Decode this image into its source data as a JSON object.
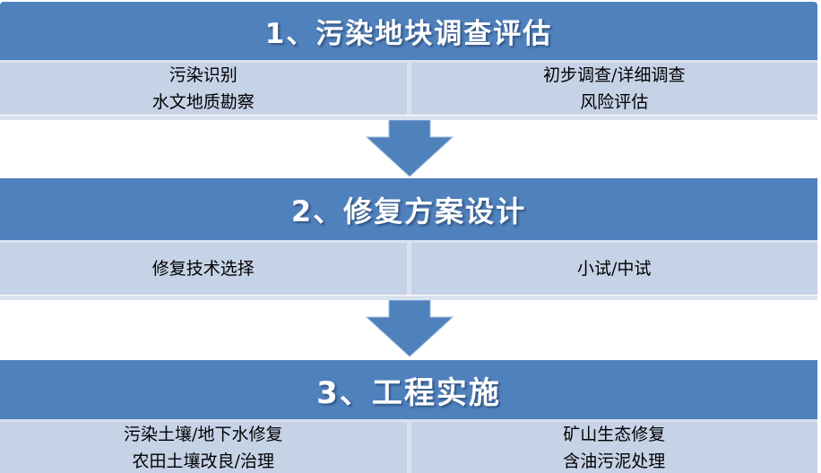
{
  "colors": {
    "header_blue": "#4f81bd",
    "body_blue": "#c6d2e6",
    "light_strip": "#d9e2ef",
    "header_text": "#ffffff",
    "body_text": "#000000",
    "page_bg": "#ffffff"
  },
  "diagram": {
    "type": "flowchart",
    "direction": "top-down"
  },
  "sections": [
    {
      "title": "1、污染地块调查评估",
      "left_items": [
        "污染识别",
        "水文地质勘察"
      ],
      "right_items": [
        "初步调查/详细调查",
        "风险评估"
      ]
    },
    {
      "title": "2、修复方案设计",
      "left_items": [
        "修复技术选择"
      ],
      "right_items": [
        "小试/中试"
      ]
    },
    {
      "title": "3、工程实施",
      "left_items": [
        "污染土壤/地下水修复",
        "农田土壤改良/治理"
      ],
      "right_items": [
        "矿山生态修复",
        "含油污泥处理"
      ]
    }
  ],
  "arrows": [
    {
      "name": "arrow-step1-to-step2",
      "direction": "down"
    },
    {
      "name": "arrow-step2-to-step3",
      "direction": "down"
    }
  ]
}
